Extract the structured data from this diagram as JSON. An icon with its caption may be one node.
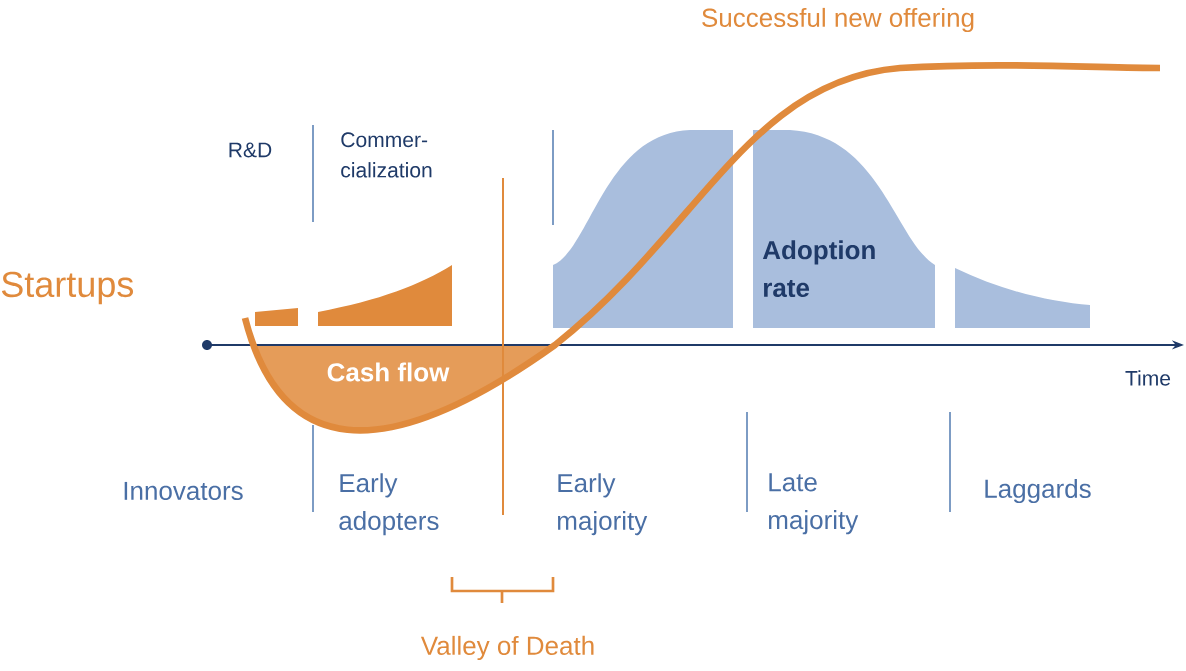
{
  "diagram": {
    "labels": [
      "Successful new offering",
      "R&D",
      "Commer-cialization",
      "Startups",
      "Adoption rate",
      "Cash flow",
      "Time",
      "Innovators",
      "Early adopters",
      "Early majority",
      "Late majority",
      "Laggards",
      "Valley of Death"
    ]
  }
}
